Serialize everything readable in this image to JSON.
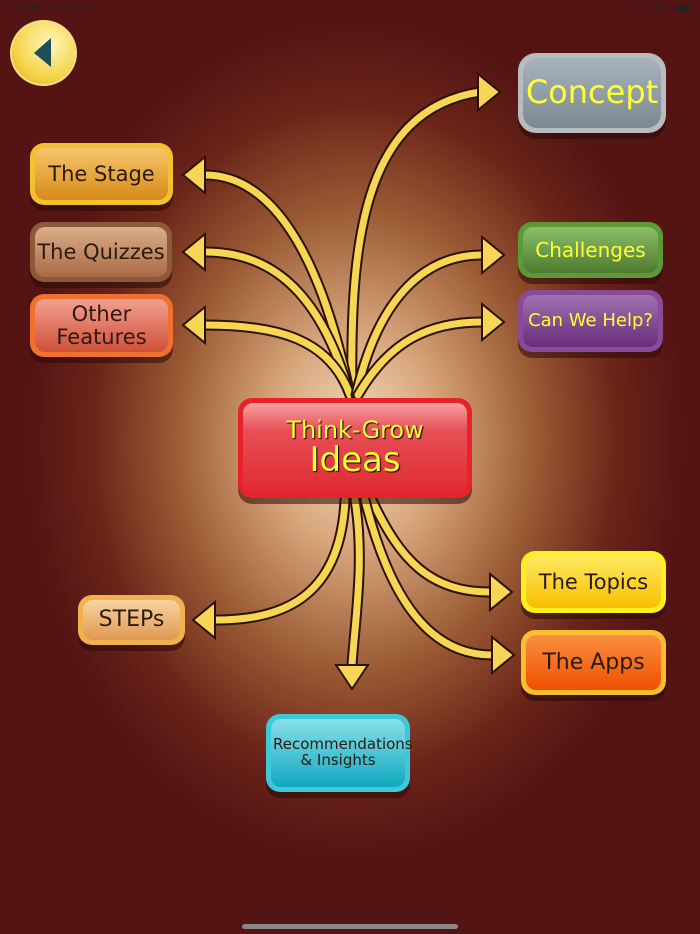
{
  "status_bar": {
    "time": "5:06 PM",
    "date": "Fri Nov 25",
    "battery": "100%",
    "wifi_icon": "wifi-icon",
    "battery_icon": "battery-icon"
  },
  "back_button": {
    "icon": "back-triangle-icon"
  },
  "center": {
    "line1": "Think-Grow",
    "line2": "Ideas"
  },
  "nodes": {
    "concept": "Concept",
    "stage": "The Stage",
    "quizzes": "The Quizzes",
    "other": "Other Features",
    "challenges": "Challenges",
    "help": "Can We Help?",
    "steps": "STEPs",
    "topics": "The Topics",
    "apps": "The Apps",
    "recommendations": "Recommendations & Insights"
  },
  "colors": {
    "background": "#541414",
    "arrow": "#f7d654",
    "center": "#e8222a"
  }
}
